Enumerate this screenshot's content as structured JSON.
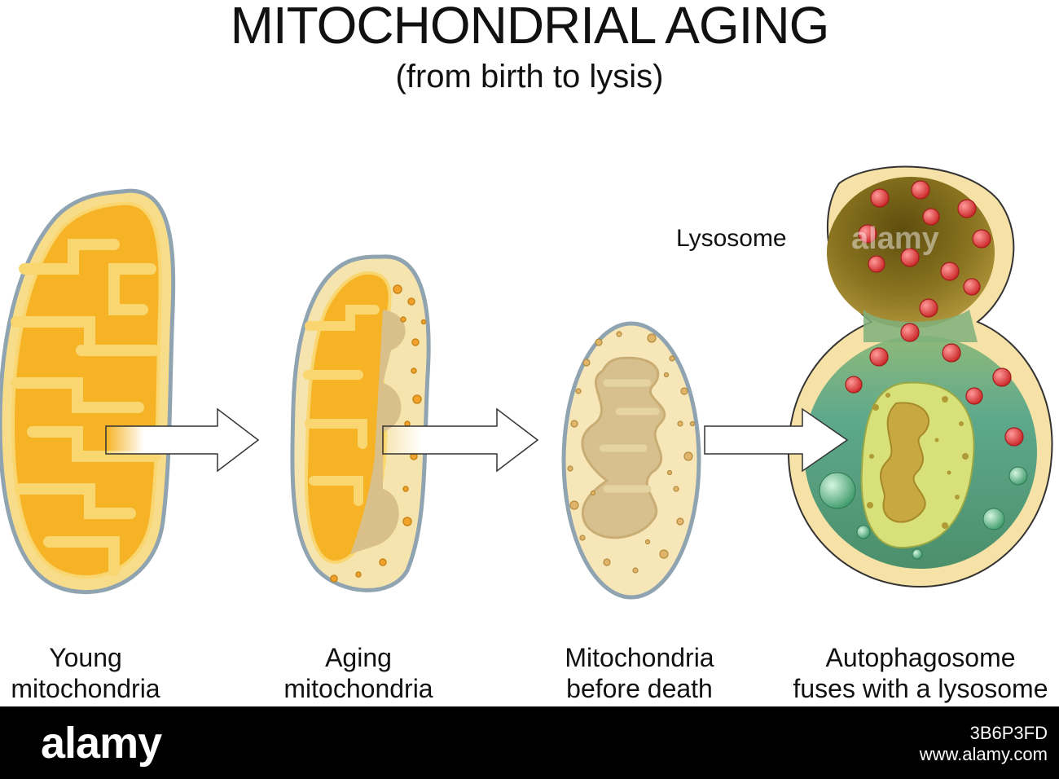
{
  "header": {
    "title": "MITOCHONDRIAL AGING",
    "subtitle": "(from birth to lysis)"
  },
  "stages": [
    {
      "label_line1": "Young",
      "label_line2": "mitochondria"
    },
    {
      "label_line1": "Aging",
      "label_line2": "mitochondria"
    },
    {
      "label_line1": "Mitochondria",
      "label_line2": "before death"
    },
    {
      "label_line1": "Autophagosome",
      "label_line2": "fuses with a lysosome"
    }
  ],
  "annotations": {
    "lysosome_label": "Lysosome"
  },
  "footer": {
    "brand": "alamy",
    "id_line1": "3B6P3FD",
    "id_line2": "www.alamy.com"
  },
  "watermark": "alamy",
  "colors": {
    "young_matrix": "#f5b325",
    "young_border": "#f7d77a",
    "aging_fill": "#f6e4ae",
    "lysosome_top": "#6b5a12",
    "lysosome_bottom": "#5fa88a",
    "enzyme": "#e03a3a"
  }
}
